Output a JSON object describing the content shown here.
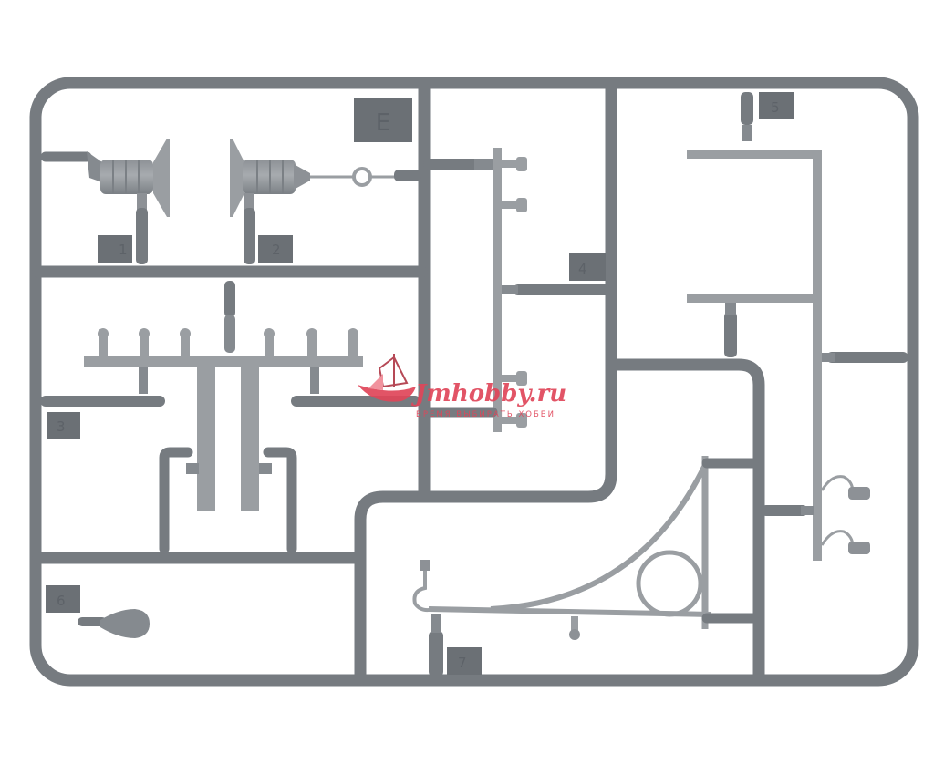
{
  "sprue": {
    "letter": "E",
    "frame_color": "#767b80",
    "parts_color": "#9a9ea2",
    "tag_color": "#6b7075",
    "part_numbers": [
      "1",
      "2",
      "3",
      "4",
      "5",
      "6",
      "7"
    ]
  },
  "watermark": {
    "brand": "Jmhobby.ru",
    "tagline": "ВРЕМЯ ВЫБИРАТЬ ХОББИ",
    "brand_color": "#e0465a",
    "logo_icon": "ship-logo-icon"
  }
}
